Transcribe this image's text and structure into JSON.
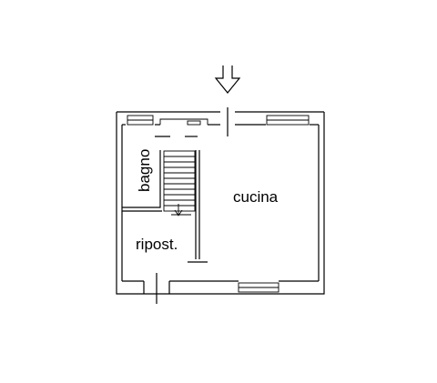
{
  "rooms": [
    {
      "id": "bagno",
      "label": "bagno"
    },
    {
      "id": "cucina",
      "label": "cucina"
    },
    {
      "id": "ripostiglio",
      "label": "ripost."
    }
  ],
  "entrance_arrow": "entrance-arrow-icon",
  "north_marker": "section-line-icon"
}
